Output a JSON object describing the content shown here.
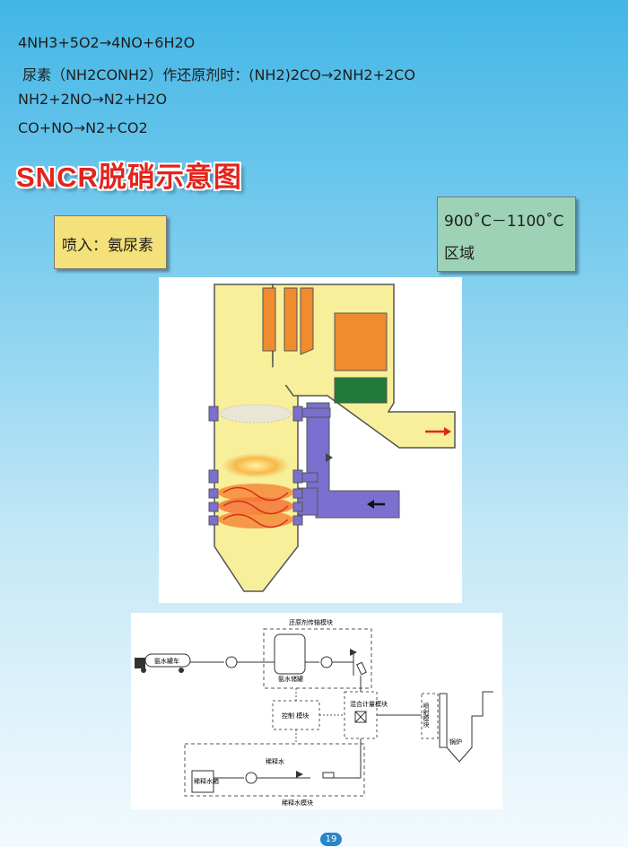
{
  "equations": [
    "4NH3+5O2→4NO+6H2O",
    " 尿素（NH2CONH2）作还原剂时：(NH2)2CO→2NH2+2CO",
    "NH2+2NO→N2+H2O",
    "CO+NO→N2+CO2"
  ],
  "title": "SNCR脱硝示意图",
  "inject_label": "喷入：氨尿素",
  "temp_line1": "900˚C－1100˚C",
  "temp_line2": "区域",
  "diagram": {
    "module_reductant": "还原剂传输模块",
    "ammonia_truck": "氨水罐车",
    "ammonia_tank": "氨水储罐",
    "mixing_meter": "混合计量模块",
    "control_module": "控制 模块",
    "injection_module": "喷射模块",
    "boiler": "锅炉",
    "dilution_water_label": "稀释水",
    "dilution_tank": "稀释水箱",
    "dilution_module": "稀释水模块"
  },
  "page_number": "19",
  "colors": {
    "title_red": "#e3241d",
    "furnace_yellow": "#f7ef9a",
    "duct_purple": "#7b70cf",
    "heater_orange": "#f08c2e",
    "economizer_green": "#1f7a3a",
    "inject_box": "#f4e17a",
    "temp_box": "#9dd2b6"
  }
}
